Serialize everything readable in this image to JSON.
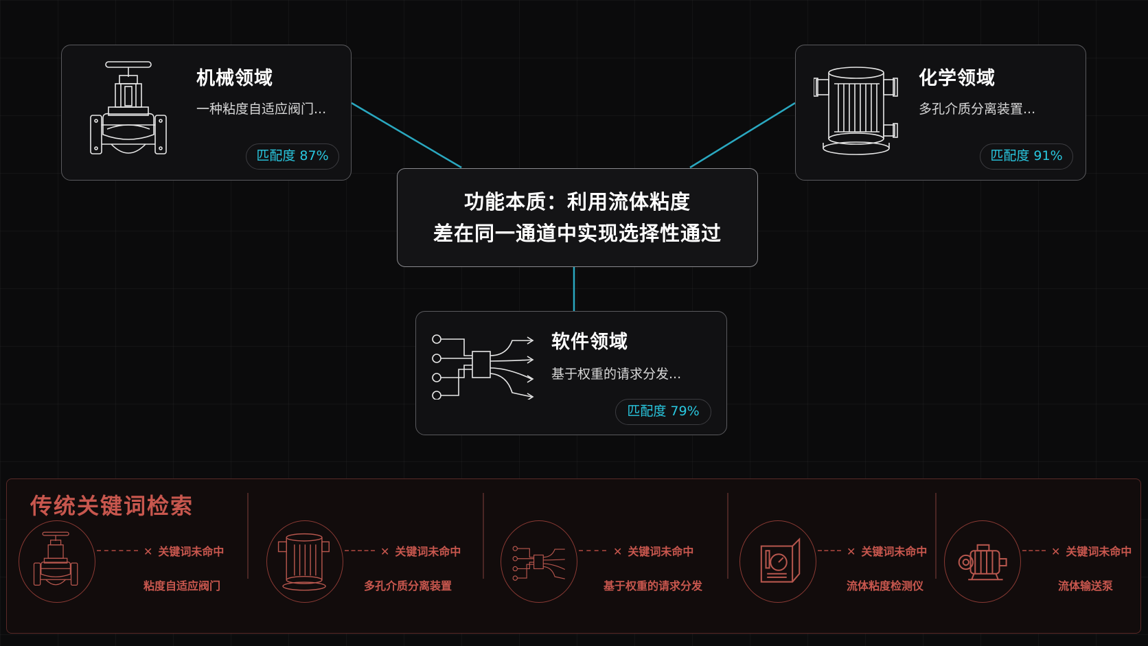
{
  "colors": {
    "accent": "#29c8e0",
    "alert": "#c8574e",
    "background": "#0b0b0c"
  },
  "center": {
    "line1": "功能本质：利用流体粘度",
    "line2": "差在同一通道中实现选择性通过"
  },
  "cards": {
    "mechanical": {
      "title": "机械领域",
      "desc": "一种粘度自适应阀门...",
      "match": "匹配度 87%",
      "icon": "valve-icon"
    },
    "chemical": {
      "title": "化学领域",
      "desc": "多孔介质分离装置...",
      "match": "匹配度 91%",
      "icon": "separator-icon"
    },
    "software": {
      "title": "软件领域",
      "desc": "基于权重的请求分发...",
      "match": "匹配度 79%",
      "icon": "request-distribution-icon"
    }
  },
  "traditional": {
    "title": "传统关键词检索",
    "items": [
      {
        "miss": "关键词未命中",
        "keyword": "粘度自适应阀门",
        "icon": "valve-icon"
      },
      {
        "miss": "关键词未命中",
        "keyword": "多孔介质分离装置",
        "icon": "separator-icon"
      },
      {
        "miss": "关键词未命中",
        "keyword": "基于权重的请求分发",
        "icon": "request-distribution-icon"
      },
      {
        "miss": "关键词未命中",
        "keyword": "流体粘度检测仪",
        "icon": "viscometer-icon"
      },
      {
        "miss": "关键词未命中",
        "keyword": "流体输送泵",
        "icon": "pump-icon"
      }
    ]
  }
}
